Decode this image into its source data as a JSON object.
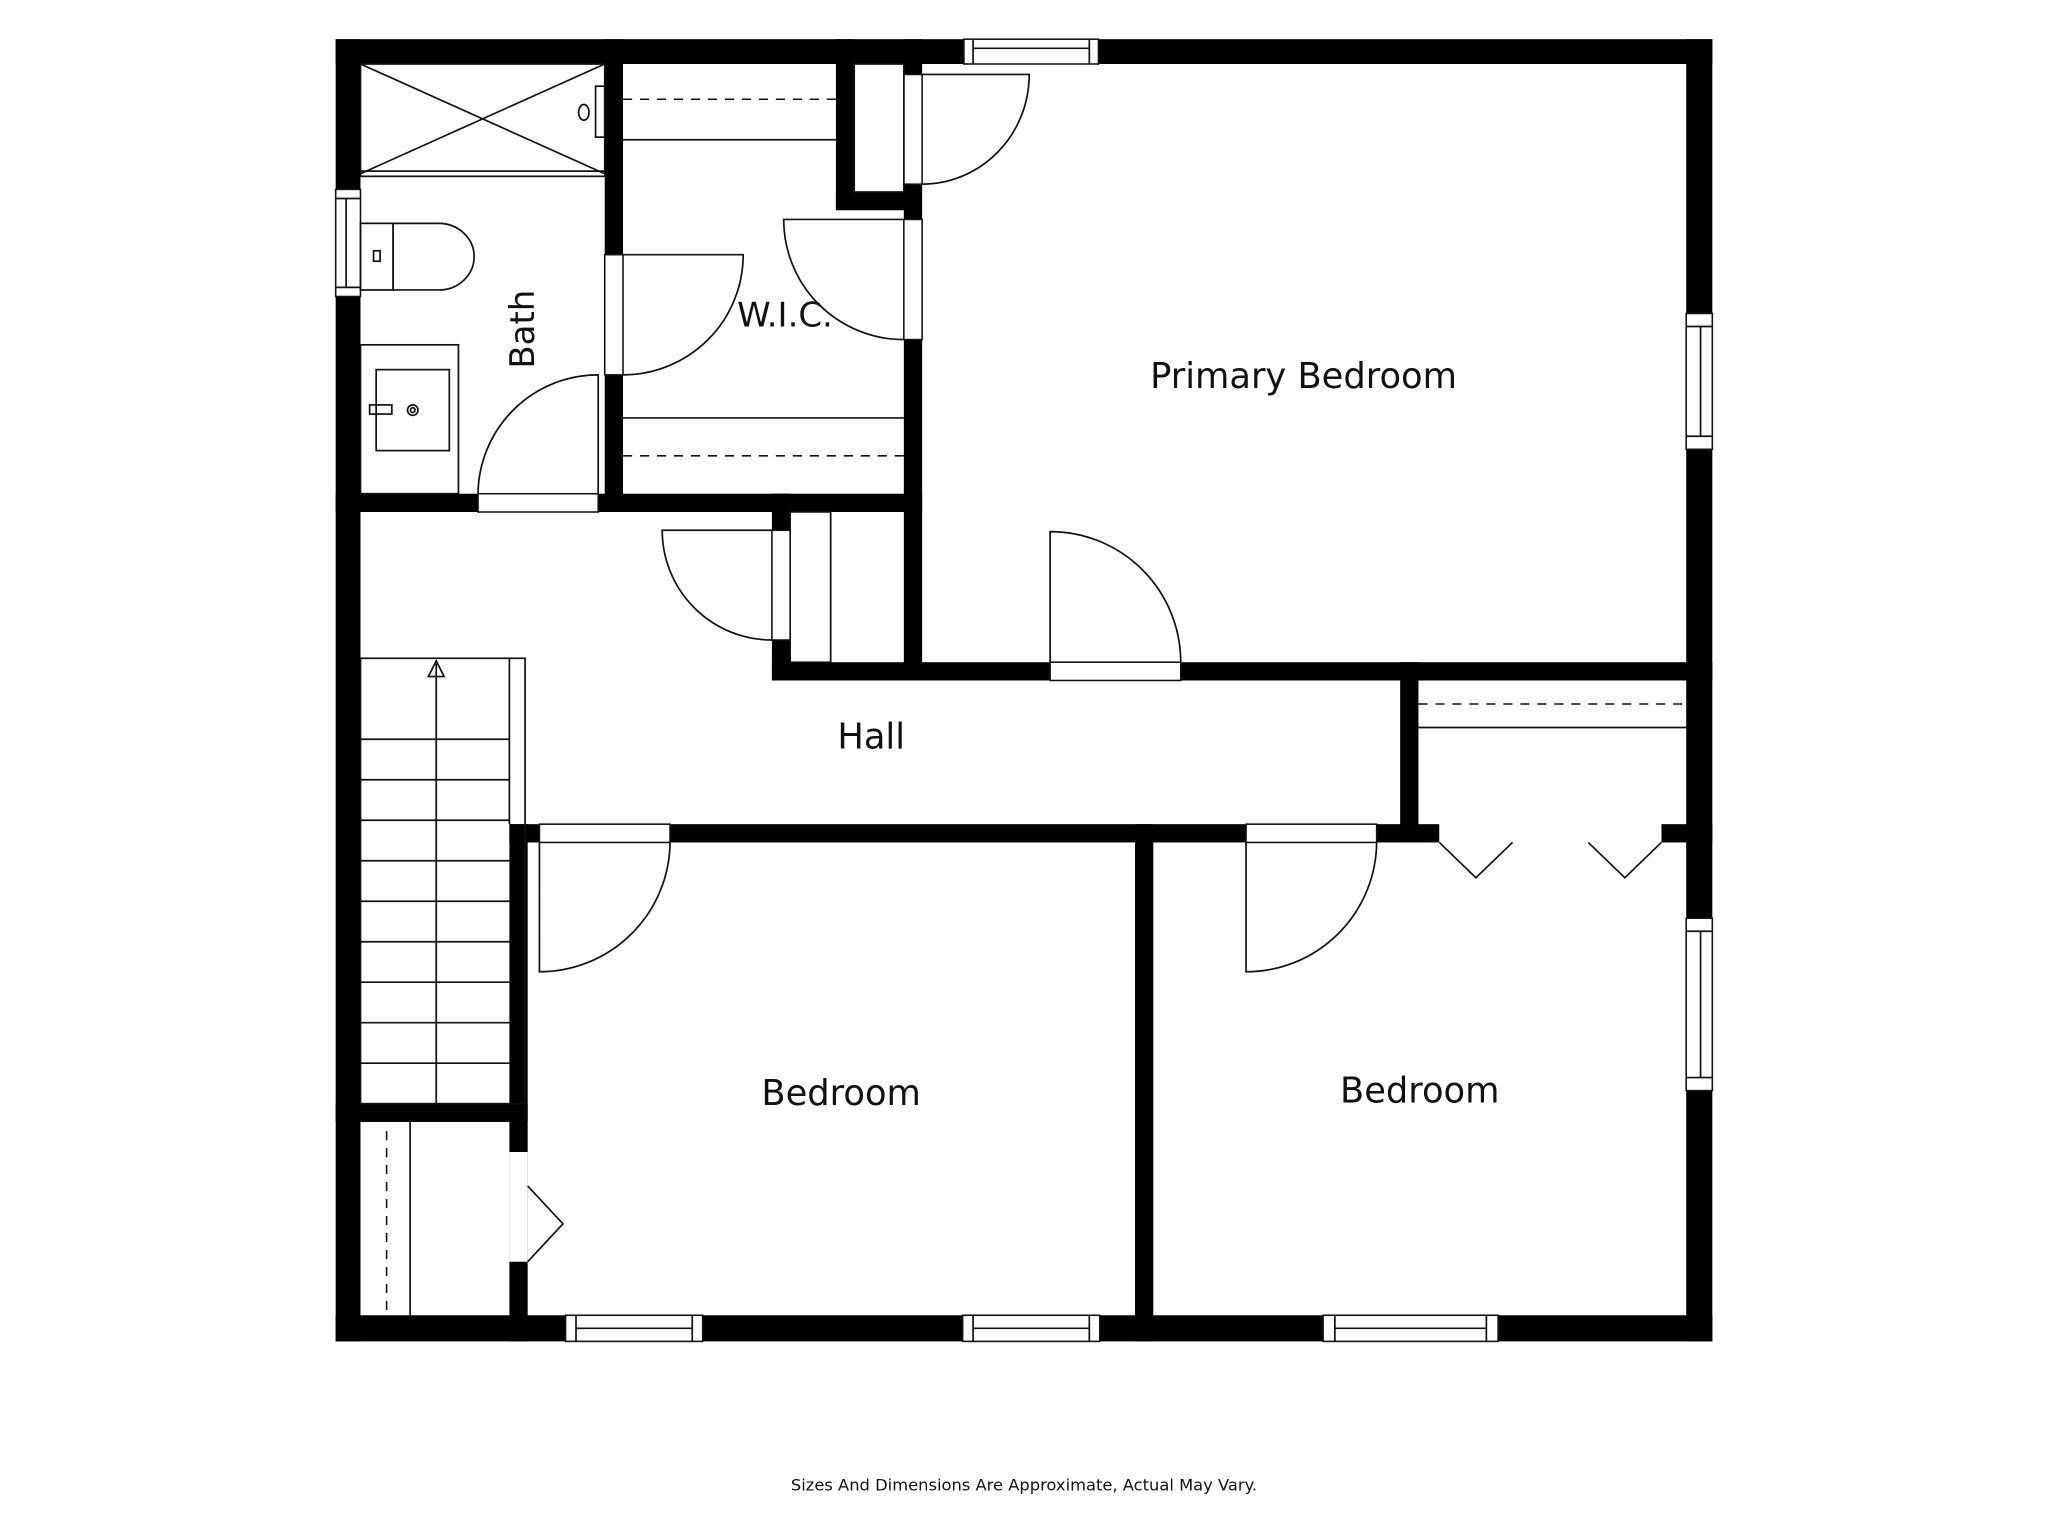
{
  "plan": {
    "rooms": [
      {
        "id": "bath",
        "label": "Bath"
      },
      {
        "id": "wic",
        "label": "W.I.C."
      },
      {
        "id": "primary_bedroom",
        "label": "Primary Bedroom"
      },
      {
        "id": "hall",
        "label": "Hall"
      },
      {
        "id": "bedroom_1",
        "label": "Bedroom"
      },
      {
        "id": "bedroom_2",
        "label": "Bedroom"
      }
    ],
    "disclaimer": "Sizes And Dimensions Are Approximate, Actual May Vary.",
    "colors": {
      "wall": "#000000",
      "background": "#ffffff",
      "line": "#111111"
    }
  }
}
